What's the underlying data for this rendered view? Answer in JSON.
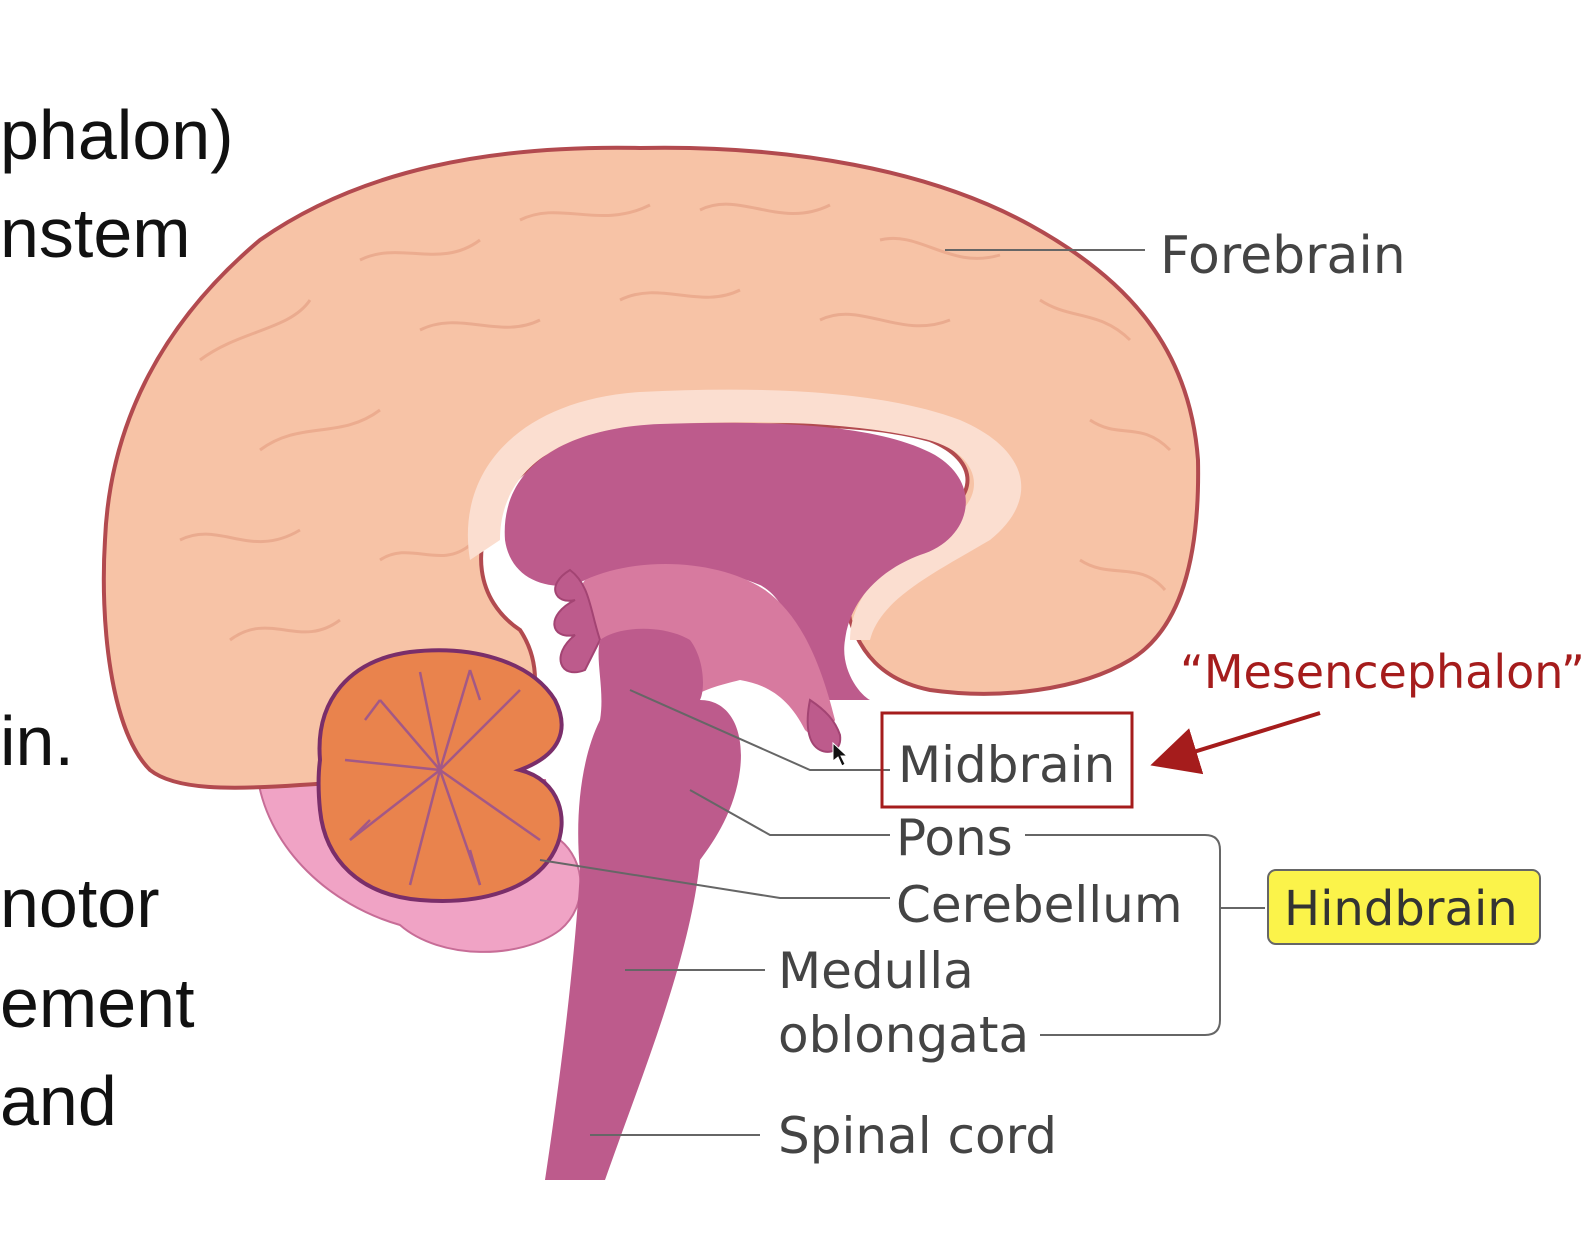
{
  "slide_text": {
    "line1": "phalon)",
    "line2": "nstem",
    "line3": "in.",
    "line4": "notor",
    "line5": "ement",
    "line6": "and"
  },
  "diagram": {
    "labels": {
      "forebrain": "Forebrain",
      "mesencephalon": "“Mesencephalon”",
      "midbrain": "Midbrain",
      "pons": "Pons",
      "cerebellum": "Cerebellum",
      "medulla_line1": "Medulla",
      "medulla_line2": "oblongata",
      "spinal_cord": "Spinal cord",
      "hindbrain": "Hindbrain"
    }
  },
  "colors": {
    "cortex": "#f7c3a6",
    "cortex_outline": "#b24a4f",
    "inner_band": "#fbded0",
    "brainstem": "#bd5b8c",
    "diencephalon": "#d77a9f",
    "cerebellum": "#e9834d",
    "cerebellum_shadow": "#f0a3c5",
    "annotation_red": "#a51c1c",
    "hindbrain_highlight": "#fbf34a",
    "label_text": "#444444",
    "leader_line": "#666666"
  }
}
